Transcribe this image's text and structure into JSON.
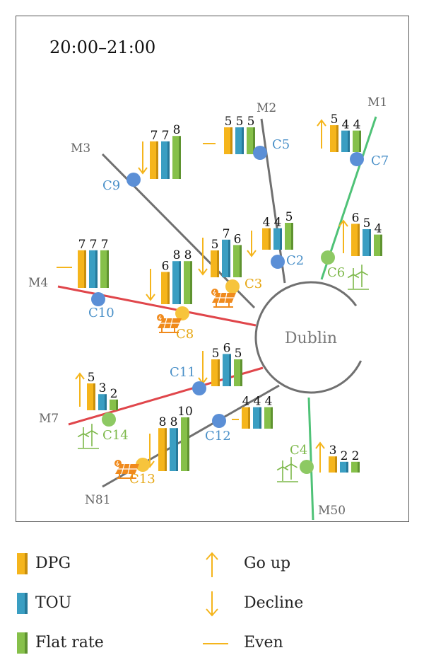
{
  "time_label": "20:00–21:00",
  "city": "Dublin",
  "colors": {
    "dpg": "#F5B51C",
    "tou": "#3A9EC2",
    "flat": "#86C04A",
    "road_gray": "#707070",
    "road_red": "#E0464B",
    "road_green": "#4FC277",
    "station_blue": "#5B8FD6",
    "station_yellow": "#F7C43C",
    "station_green": "#8DC963",
    "label_blue": "#4A90C8",
    "label_yellow": "#E6A612",
    "label_green": "#7DB84A"
  },
  "roads": [
    {
      "id": "M1",
      "label": "M1",
      "color": "road_green"
    },
    {
      "id": "M2",
      "label": "M2",
      "color": "road_gray"
    },
    {
      "id": "M3",
      "label": "M3",
      "color": "road_gray"
    },
    {
      "id": "M4",
      "label": "M4",
      "color": "road_red"
    },
    {
      "id": "M7",
      "label": "M7",
      "color": "road_red"
    },
    {
      "id": "N81",
      "label": "N81",
      "color": "road_gray"
    },
    {
      "id": "M50",
      "label": "M50",
      "color": "road_green"
    }
  ],
  "stations": [
    {
      "id": "C1",
      "label": "C7",
      "type": "blue",
      "trend": "up",
      "values": [
        5,
        4,
        4
      ]
    },
    {
      "id": "C2",
      "label": "C5",
      "type": "blue",
      "trend": "even",
      "values": [
        5,
        5,
        5
      ]
    },
    {
      "id": "C3",
      "label": "C9",
      "type": "blue",
      "trend": "down",
      "values": [
        7,
        7,
        8
      ]
    },
    {
      "id": "C4",
      "label": "C2",
      "type": "blue",
      "trend": "down",
      "values": [
        4,
        4,
        5
      ]
    },
    {
      "id": "C5",
      "label": "C6",
      "type": "green",
      "icon": "wind",
      "trend": "up",
      "values": [
        6,
        5,
        4
      ]
    },
    {
      "id": "C6",
      "label": "C3",
      "type": "yellow",
      "icon": "solar",
      "trend": "down",
      "values": [
        5,
        7,
        6
      ]
    },
    {
      "id": "C7",
      "label": "C8",
      "type": "yellow",
      "icon": "solar",
      "trend": "down",
      "values": [
        6,
        8,
        8
      ]
    },
    {
      "id": "C8",
      "label": "C10",
      "type": "blue",
      "trend": "even",
      "values": [
        7,
        7,
        7
      ]
    },
    {
      "id": "C9",
      "label": "C11",
      "type": "blue",
      "trend": "down",
      "values": [
        5,
        6,
        5
      ]
    },
    {
      "id": "C10",
      "label": "C14",
      "type": "green",
      "icon": "wind",
      "trend": "up",
      "values": [
        5,
        3,
        2
      ]
    },
    {
      "id": "C11",
      "label": "C12",
      "type": "blue",
      "trend": "even",
      "values": [
        4,
        4,
        4
      ]
    },
    {
      "id": "C12",
      "label": "C13",
      "type": "yellow",
      "icon": "solar",
      "trend": "down",
      "values": [
        8,
        8,
        10
      ]
    },
    {
      "id": "C13",
      "label": "C4",
      "type": "green",
      "icon": "wind",
      "trend": "up",
      "values": [
        3,
        2,
        2
      ]
    }
  ],
  "legend": {
    "dpg": "DPG",
    "tou": "TOU",
    "flat": "Flat rate",
    "up": "Go up",
    "down": "Decline",
    "even": "Even"
  }
}
